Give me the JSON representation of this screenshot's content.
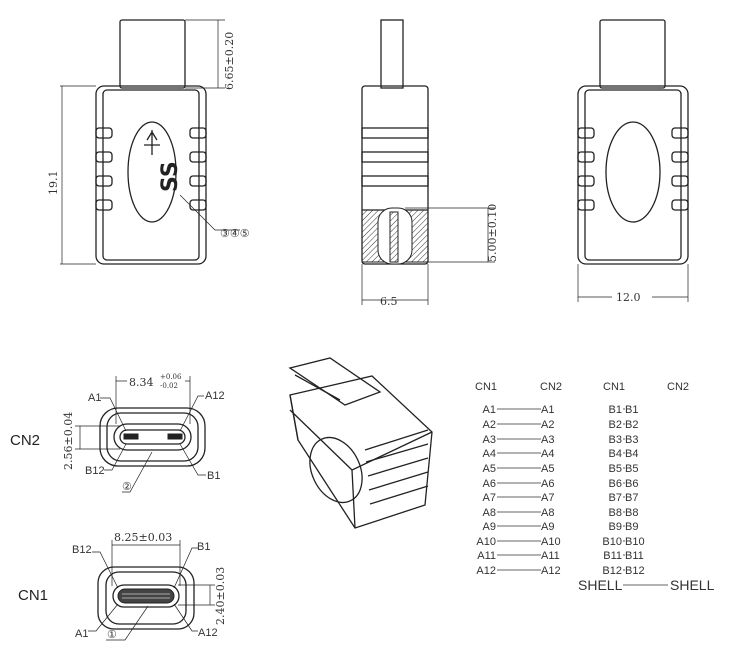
{
  "dimensions": {
    "length": "19.1",
    "plug_length": "6.65±0.20",
    "side_width": "6.5",
    "depth": "5.00±0.10",
    "body_width": "12.0",
    "cn2_width": "8.34",
    "cn2_tol_plus": "+0.06",
    "cn2_tol_minus": "-0.02",
    "cn2_height": "2.56±0.04",
    "cn1_width": "8.25±0.03",
    "cn1_height": "2.40±0.03"
  },
  "callouts": {
    "parts_top": "③④⑤",
    "part_cn2": "②",
    "part_cn1": "①"
  },
  "labels": {
    "cn2": "CN2",
    "cn1": "CN1"
  },
  "face_pins": {
    "cn2": {
      "tl": "A1",
      "tr": "A12",
      "bl": "B12",
      "br": "B1"
    },
    "cn1": {
      "tl": "B12",
      "tr": "B1",
      "bl": "A1",
      "br": "A12"
    }
  },
  "pinout": {
    "headers": [
      "CN1",
      "CN2",
      "CN1",
      "CN2"
    ],
    "a_pins": [
      "A1",
      "A2",
      "A3",
      "A4",
      "A5",
      "A6",
      "A7",
      "A8",
      "A9",
      "A10",
      "A11",
      "A12"
    ],
    "b_pins": [
      "B1",
      "B2",
      "B3",
      "B4",
      "B5",
      "B6",
      "B7",
      "B8",
      "B9",
      "B10",
      "B11",
      "B12"
    ],
    "shell": "SHELL"
  }
}
